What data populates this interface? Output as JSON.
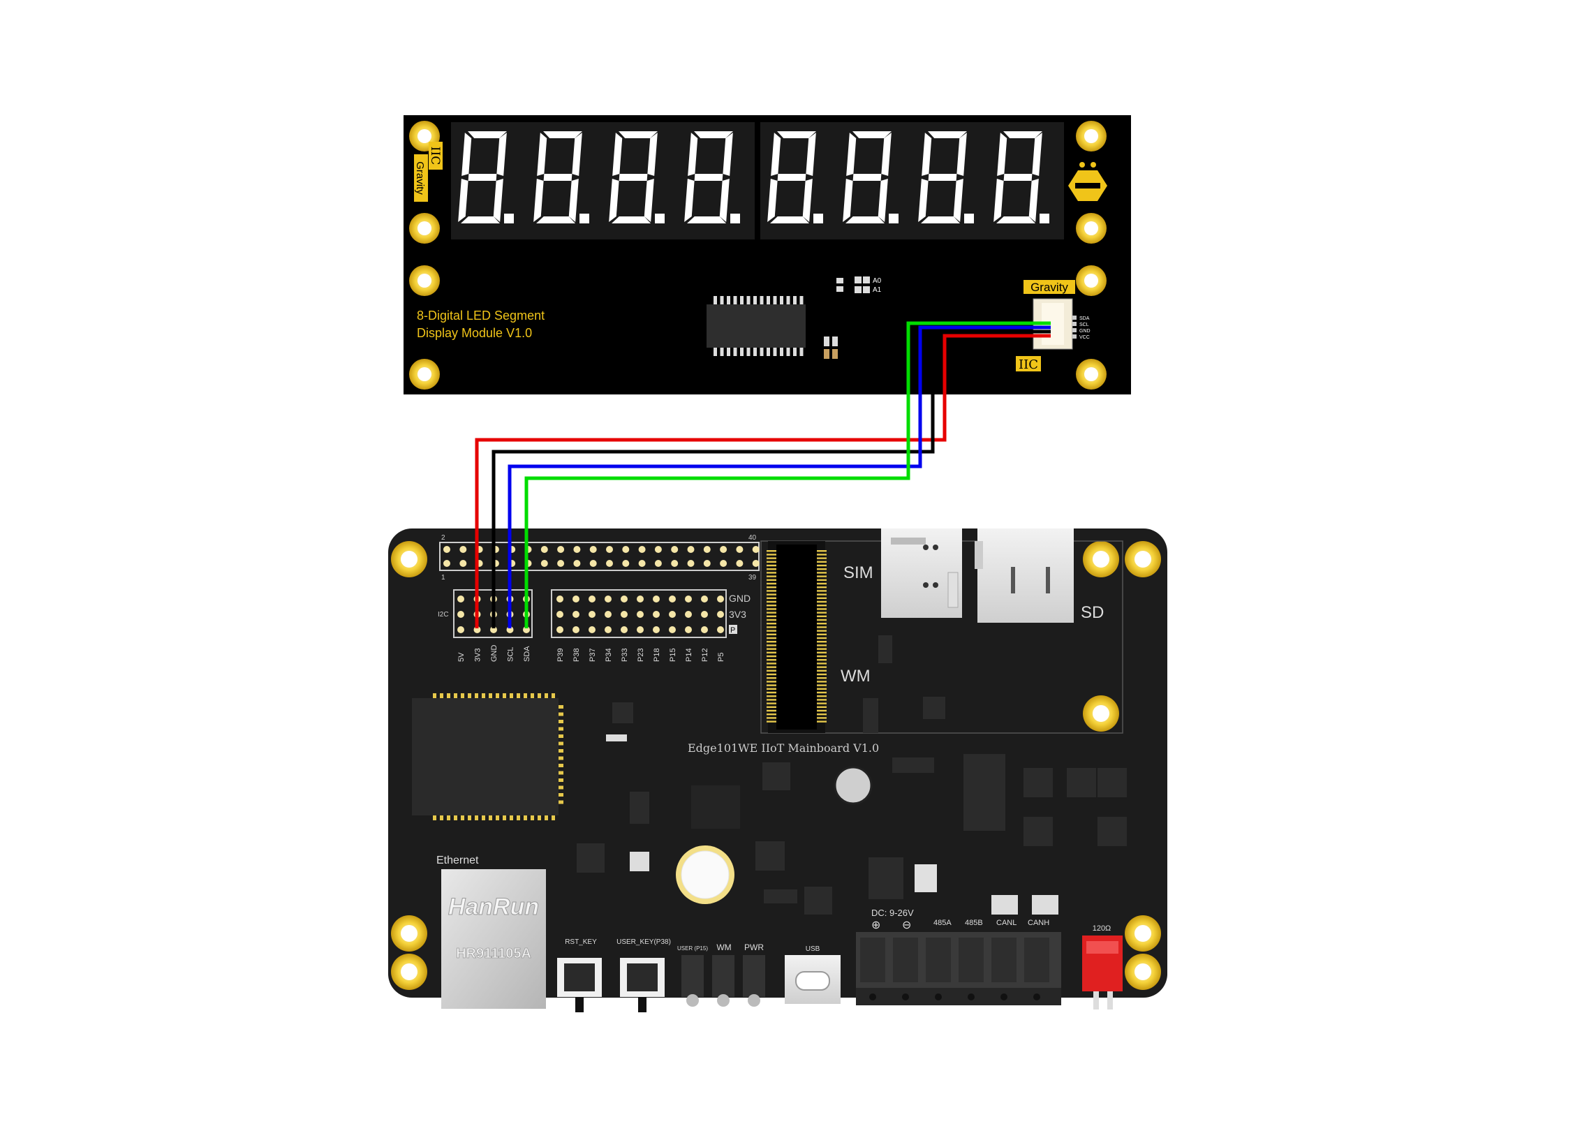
{
  "display_module": {
    "title_line1": "8-Digital LED Segment",
    "title_line2": "Display Module V1.0",
    "side_label_iic": "IIC",
    "side_label_gravity": "Gravity",
    "connector_label_gravity": "Gravity",
    "connector_label_iic": "IIC",
    "connector_pins": [
      "SDA",
      "SCL",
      "GND",
      "VCC"
    ],
    "address_labels": [
      "A0",
      "A1"
    ],
    "digit_count": 8,
    "colors": {
      "pcb": "#000000",
      "accent": "#f0c419",
      "segment": "#ffffff"
    }
  },
  "mainboard": {
    "name": "Edge101WE IIoT Mainboard V1.0",
    "header_numbers": [
      "2",
      "40",
      "1",
      "39"
    ],
    "i2c_label": "I2C",
    "pin_labels_left": [
      "5V",
      "3V3",
      "GND",
      "SCL",
      "SDA"
    ],
    "pin_labels_right": [
      "P39",
      "P38",
      "P37",
      "P34",
      "P33",
      "P23",
      "P18",
      "P15",
      "P14",
      "P12",
      "P5"
    ],
    "rail_labels": [
      "GND",
      "3V3",
      "P"
    ],
    "slot_labels": [
      "SIM",
      "SD",
      "WM"
    ],
    "ethernet_label": "Ethernet",
    "jack_brand": "HanRun",
    "jack_model": "HR911105A",
    "buttons": [
      "RST_KEY",
      "USER_KEY(P38)"
    ],
    "leds": [
      "USER (P15)",
      "WM",
      "PWR"
    ],
    "usb_label": "USB",
    "power_label": "DC: 9-26V",
    "polarity": [
      "⊕",
      "⊖"
    ],
    "bus_labels": [
      "485A",
      "485B",
      "CANL",
      "CANH"
    ],
    "terminator_label": "120Ω",
    "colors": {
      "pcb": "#1c1c1c",
      "pad": "#f0c419"
    }
  },
  "wiring": [
    {
      "signal": "VCC",
      "board_pin": "3V3",
      "color": "#e60000"
    },
    {
      "signal": "GND",
      "board_pin": "GND",
      "color": "#000000"
    },
    {
      "signal": "SCL",
      "board_pin": "SCL",
      "color": "#0000ee"
    },
    {
      "signal": "SDA",
      "board_pin": "SDA",
      "color": "#00dd00"
    }
  ]
}
